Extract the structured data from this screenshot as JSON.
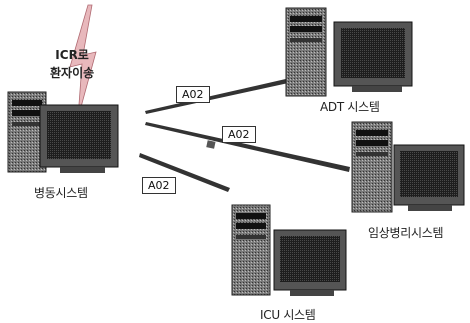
{
  "nodes": {
    "ward": {
      "label": "병동시스템",
      "note_line1": "ICR로",
      "note_line2": "환자이송"
    },
    "adt": {
      "label": "ADT 시스템"
    },
    "lab": {
      "label": "임상병리시스템"
    },
    "icu": {
      "label": "ICU 시스템"
    }
  },
  "messages": {
    "to_adt": "A02",
    "to_lab": "A02",
    "to_icu": "A02"
  }
}
